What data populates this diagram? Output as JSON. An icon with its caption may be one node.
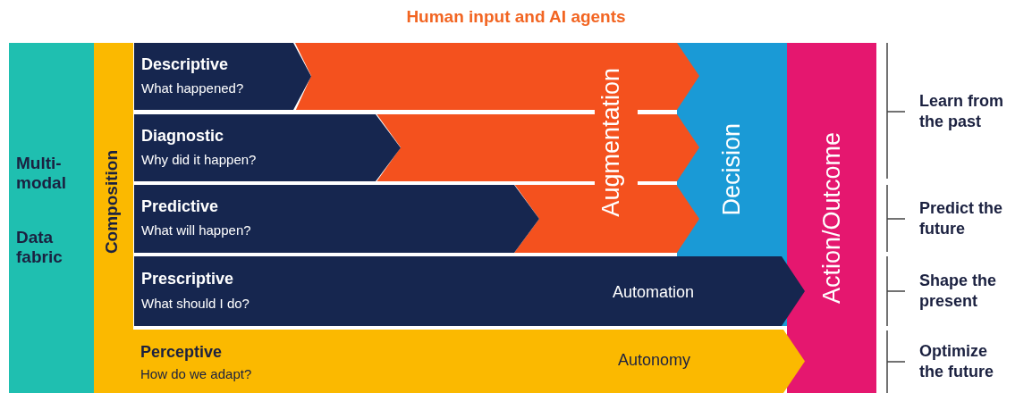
{
  "diagram": {
    "title": "Human input and AI agents",
    "nodes": [
      {
        "text": [
          "Multi-modal",
          "Data fabric"
        ]
      },
      {
        "text": [
          "Composition"
        ]
      },
      {
        "text": [
          "Decision"
        ]
      },
      {
        "text": [
          "Augmentation"
        ]
      },
      {
        "text": [
          "Descriptive",
          "What happened?"
        ]
      },
      {
        "text": [
          "Diagnostic",
          "Why did it happen?"
        ]
      },
      {
        "text": [
          "Predictive",
          "What will happen?"
        ]
      },
      {
        "text": [
          "Action/Outcome"
        ]
      },
      {
        "text": [
          "Prescriptive",
          "What should I do?",
          "Automation"
        ]
      },
      {
        "text": [
          "Perceptive",
          "How do we adapt?",
          "Autonomy"
        ]
      }
    ],
    "labels": [
      "Learn from the past",
      "Predict the future",
      "Shape the present",
      "Optimize the future"
    ]
  }
}
